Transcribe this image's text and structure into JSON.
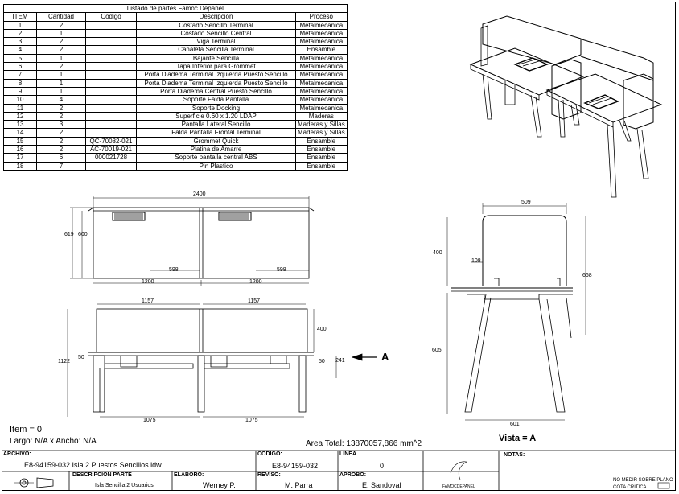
{
  "parts_list": {
    "caption": "Listado de partes Famoc Depanel",
    "headers": [
      "ITEM",
      "Cantidad",
      "Codigo",
      "Descripción",
      "Proceso"
    ],
    "rows": [
      [
        "1",
        "2",
        "",
        "Costado Sencillo Terminal",
        "Metalmecanica"
      ],
      [
        "2",
        "1",
        "",
        "Costado Sencillo Central",
        "Metalmecanica"
      ],
      [
        "3",
        "2",
        "",
        "Viga Terminal",
        "Metalmecanica"
      ],
      [
        "4",
        "2",
        "",
        "Canaleta Sencilla Terminal",
        "Ensamble"
      ],
      [
        "5",
        "1",
        "",
        "Bajante Sencilla",
        "Metalmecanica"
      ],
      [
        "6",
        "2",
        "",
        "Tapa Inferior para Grommet",
        "Metalmecanica"
      ],
      [
        "7",
        "1",
        "",
        "Porta Diadema Terminal Izquierda Puesto Sencillo",
        "Metalmecanica"
      ],
      [
        "8",
        "1",
        "",
        "Porta Diadema Terminal Izquierda Puesto Sencillo",
        "Metalmecanica"
      ],
      [
        "9",
        "1",
        "",
        "Porta Diadema Central Puesto Sencillo",
        "Metalmecanica"
      ],
      [
        "10",
        "4",
        "",
        "Soporte Falda Pantalla",
        "Metalmecanica"
      ],
      [
        "11",
        "2",
        "",
        "Soporte Docking",
        "Metalmecanica"
      ],
      [
        "12",
        "2",
        "",
        "Superficie 0.60 x 1.20 LDAP",
        "Maderas"
      ],
      [
        "13",
        "3",
        "",
        "Pantalla Lateral Sencillo",
        "Maderas y Sillas"
      ],
      [
        "14",
        "2",
        "",
        "Falda Pantalla Frontal Terminal",
        "Maderas y Sillas"
      ],
      [
        "15",
        "2",
        "QC-70082-021",
        "Grommet Quick",
        "Ensamble"
      ],
      [
        "16",
        "2",
        "AC-70019-021",
        "Platina de Amarre",
        "Ensamble"
      ],
      [
        "17",
        "6",
        "000021728",
        "Soporte pantalla central ABS",
        "Ensamble"
      ],
      [
        "18",
        "7",
        "",
        "Pin Plastico",
        "Ensamble"
      ]
    ]
  },
  "dimensions": {
    "top_total": "2400",
    "top_height_outer": "619",
    "top_height_inner": "600",
    "top_598_left": "598",
    "top_598_right": "598",
    "top_1200_left": "1200",
    "top_1200_right": "1200",
    "front_1157_left": "1157",
    "front_1157_right": "1157",
    "front_400": "400",
    "front_1122": "1122",
    "front_50_left": "50",
    "front_50_right": "50",
    "front_241": "241",
    "front_1075_left": "1075",
    "front_1075_right": "1075",
    "side_509": "509",
    "side_400": "400",
    "side_108": "108",
    "side_668": "668",
    "side_605": "605",
    "side_601": "601",
    "arrow_label": "A"
  },
  "item_info": {
    "item": "Item = 0",
    "size": "Largo: N/A x Ancho: N/A",
    "area": "Area Total: 13870057,866 mm^2",
    "view_label": "Vista = A"
  },
  "title_block": {
    "archivo_label": "ARCHIVO:",
    "archivo_value": "E8-94159-032 Isla 2 Puestos Sencillos.idw",
    "codigo_label": "CODIGO:",
    "codigo_value": "E8-94159-032",
    "linea_label": "LINEA",
    "linea_value": "0",
    "descripcion_label": "DESCRIPCION PARTE",
    "descripcion_value": "Isla Sencilla 2 Usuarios",
    "elaboro_label": "ELABORO:",
    "elaboro_value": "Werney P.",
    "reviso_label": "REVISO:",
    "reviso_value": "M. Parra",
    "aprobo_label": "APROBO:",
    "aprobo_value": "E. Sandoval",
    "logo_text": "FAMOCDEPANEL",
    "notas_label": "NOTAS:",
    "note_1": "NO MEDIR SOBRE PLANO",
    "note_2": "COTA CRITICA"
  }
}
